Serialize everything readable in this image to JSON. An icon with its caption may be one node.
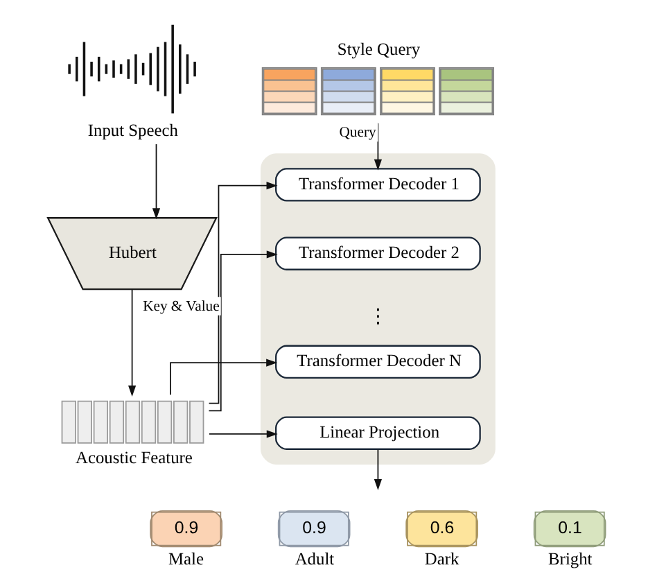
{
  "diagram": {
    "nodes": [
      {
        "text": [],
        "shape": "picture",
        "beside": [
          "Input Speech"
        ]
      },
      {
        "text": [
          "Hubert"
        ]
      },
      {
        "text": [],
        "shape": "box",
        "beside": [
          "Acoustic Feature"
        ]
      },
      {
        "text": [],
        "shape": "box",
        "beside": [
          "Style Query"
        ]
      },
      {
        "text": [],
        "shape": "box"
      },
      {
        "text": [
          "Transformer Decoder 1"
        ],
        "in": 4
      },
      {
        "text": [
          "Transformer Decoder 2"
        ],
        "in": 4
      },
      {
        "text": [
          "Transformer Decoder N"
        ],
        "in": 4
      },
      {
        "text": [
          "Linear Projection"
        ],
        "in": 4
      },
      {
        "text": [
          "0.9"
        ],
        "beside": [
          "Male"
        ]
      },
      {
        "text": [
          "0.9"
        ],
        "beside": [
          "Adult"
        ]
      },
      {
        "text": [
          "0.6"
        ],
        "beside": [
          "Dark"
        ]
      },
      {
        "text": [
          "0.1"
        ],
        "beside": [
          "Bright"
        ]
      }
    ],
    "edges": [
      {
        "from": 0,
        "to": 1,
        "arrow": "to"
      },
      {
        "from": 1,
        "to": 2,
        "arrow": "to"
      },
      {
        "from": 3,
        "to": 5,
        "label": "Query",
        "arrow": "to"
      },
      {
        "from": 2,
        "to": 5,
        "arrow": "to"
      },
      {
        "from": 2,
        "to": 6,
        "label": "Key & Value",
        "arrow": "to"
      },
      {
        "from": 2,
        "to": 7,
        "arrow": "to"
      },
      {
        "from": 2,
        "to": 8,
        "arrow": "to"
      },
      {
        "from": 8,
        "to": null,
        "arrow": "to"
      }
    ],
    "labels": [
      "⋮"
    ]
  }
}
